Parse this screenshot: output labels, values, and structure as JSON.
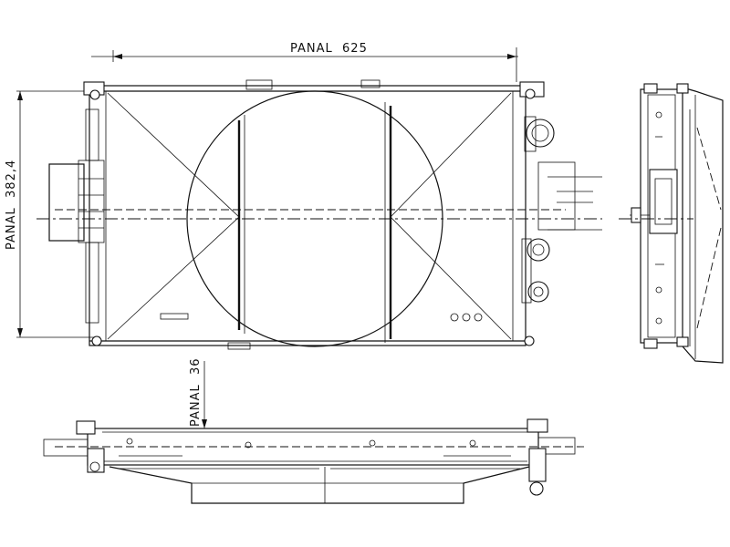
{
  "dimensions": {
    "width_label": "PANAL  625",
    "height_label": "PANAL  382,4",
    "depth_label": "PANAL  36"
  },
  "colors": {
    "line": "#111111",
    "background": "#ffffff"
  }
}
